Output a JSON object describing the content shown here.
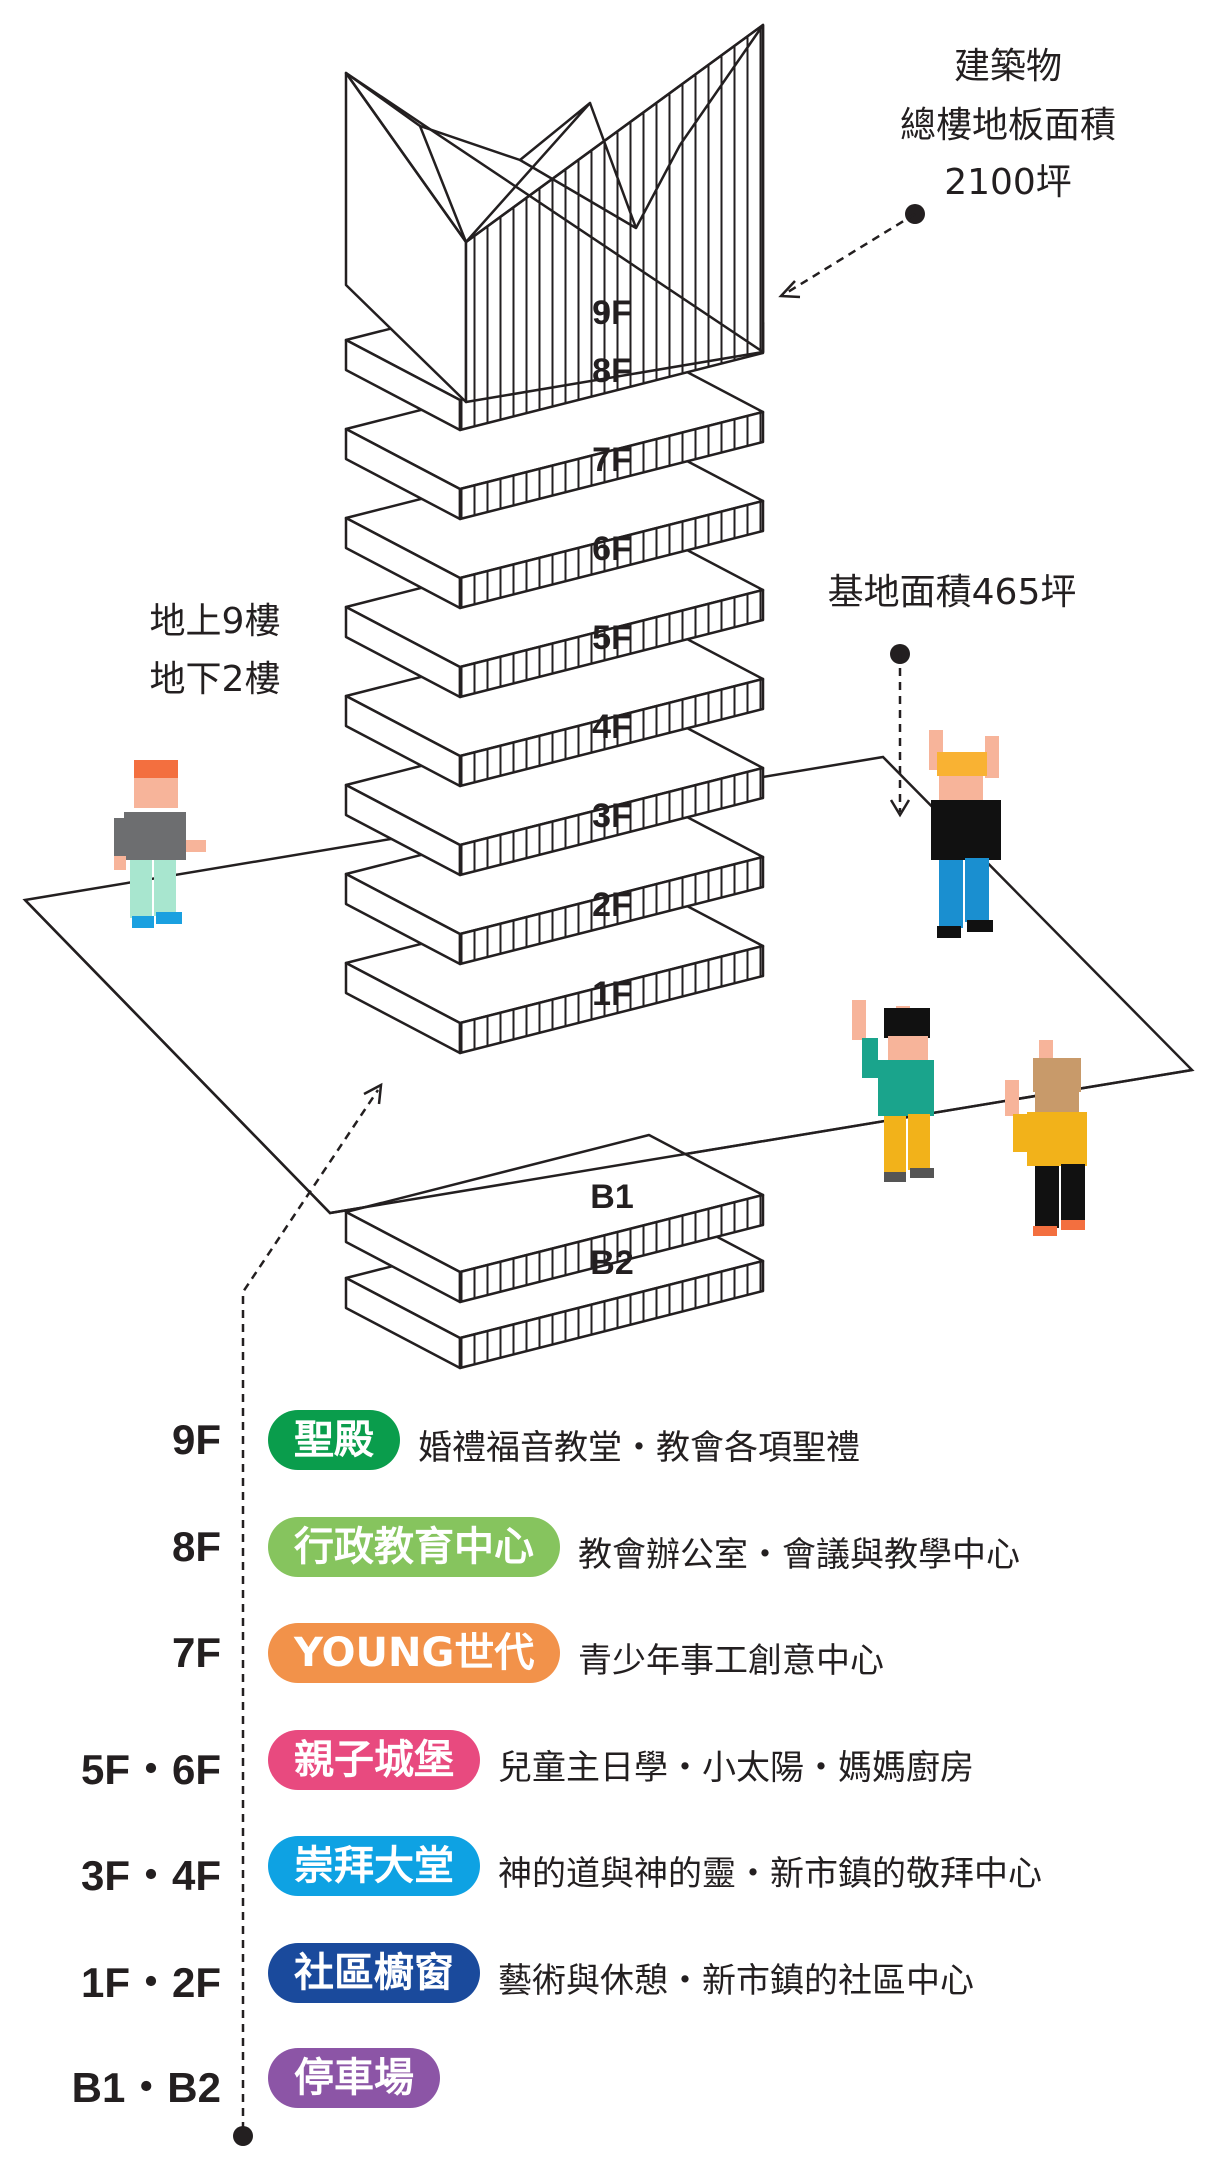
{
  "callouts": {
    "total_area": [
      "建築物",
      "總樓地板面積",
      "2100坪"
    ],
    "site_area": "基地面積465坪",
    "levels": [
      "地上9樓",
      "地下2樓"
    ]
  },
  "floors_above": [
    "9F",
    "8F",
    "7F",
    "6F",
    "5F",
    "4F",
    "3F",
    "2F",
    "1F"
  ],
  "floors_below": [
    "B1",
    "B2"
  ],
  "legend": [
    {
      "floor": "9F",
      "name": "聖殿",
      "desc": "婚禮福音教堂・教會各項聖禮",
      "color": "#0a9d4c"
    },
    {
      "floor": "8F",
      "name": "行政教育中心",
      "desc": "教會辦公室・會議與教學中心",
      "color": "#86c45e"
    },
    {
      "floor": "7F",
      "name": "YOUNG世代",
      "desc": "青少年事工創意中心",
      "color": "#f2924a"
    },
    {
      "floor": "5F・6F",
      "name": "親子城堡",
      "desc": "兒童主日學・小太陽・媽媽廚房",
      "color": "#e84a7f"
    },
    {
      "floor": "3F・4F",
      "name": "崇拜大堂",
      "desc": "神的道與神的靈・新市鎮的敬拜中心",
      "color": "#0ea2e3"
    },
    {
      "floor": "1F・2F",
      "name": "社區櫥窗",
      "desc": "藝術與休憩・新市鎮的社區中心",
      "color": "#1a4a9c"
    },
    {
      "floor": "B1・B2",
      "name": "停車場",
      "desc": "",
      "color": "#8c55a6"
    }
  ]
}
